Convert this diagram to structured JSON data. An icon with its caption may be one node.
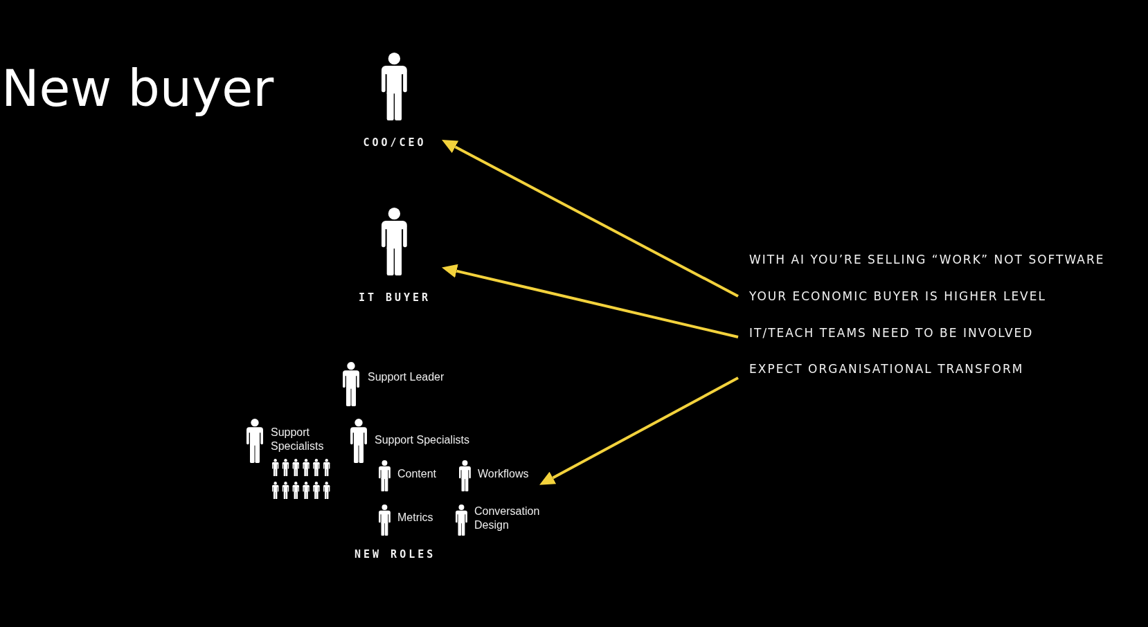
{
  "diagram": {
    "title": "New buyer",
    "nodes": [
      {
        "text": [
          "COO/CEO"
        ]
      },
      {
        "text": [
          "IT BUYER"
        ]
      },
      {
        "text": [
          "Support Leader"
        ]
      },
      {
        "text": [
          "Support Specialists"
        ]
      },
      {
        "text": [
          "Support Specialists"
        ]
      },
      {
        "text": [
          "Content"
        ]
      },
      {
        "text": [
          "Workflows"
        ]
      },
      {
        "text": [
          "Metrics"
        ]
      },
      {
        "text": [
          "Conversation Design"
        ]
      },
      {
        "text": [
          "YOUR ECONOMIC BUYER IS HIGHER LEVEL"
        ]
      },
      {
        "text": [
          "IT/TEACH TEAMS NEED TO BE INVOLVED"
        ]
      },
      {
        "text": [
          "EXPECT ORGANISATIONAL TRANSFORM"
        ]
      }
    ],
    "edges": [
      {
        "from": 9,
        "to": 0,
        "arrow": "to"
      },
      {
        "from": 10,
        "to": 1,
        "arrow": "to"
      },
      {
        "from": 11,
        "to": 6,
        "arrow": "to"
      }
    ],
    "labels": [
      "WITH AI YOU’RE SELLING “WORK” NOT SOFTWARE",
      "NEW ROLES"
    ]
  }
}
